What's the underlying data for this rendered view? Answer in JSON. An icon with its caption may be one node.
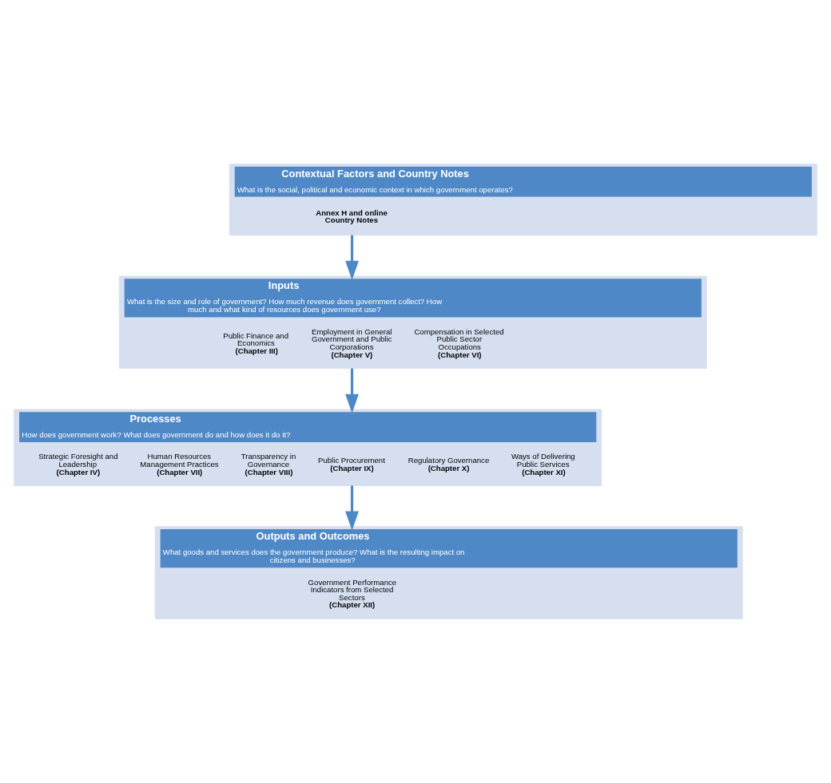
{
  "diagram": {
    "nodes": [
      {
        "text": [
          "Contextual Factors and Country Notes",
          "What is the social, political and economic context in which government operates?"
        ]
      },
      {
        "text": [
          "**Annex H and online Country Notes**"
        ],
        "in": 0
      },
      {
        "text": [
          "Inputs",
          "What is the size and role of government? How much revenue does government collect? How much and what kind of resources does government use?"
        ]
      },
      {
        "text": [
          "Public Finance and Economics **(Chapter III)**"
        ],
        "in": 2
      },
      {
        "text": [
          "Employment in General Government and Public Corporations **(Chapter V)**"
        ],
        "in": 2
      },
      {
        "text": [
          "Compensation in Selected Public Sector Occupations **(Chapter VI)**"
        ],
        "in": 2
      },
      {
        "text": [
          "Processes",
          "How does government work? What does government do and how does it do it?"
        ]
      },
      {
        "text": [
          "Strategic Foresight and Leadership **(Chapter IV)**"
        ],
        "in": 6
      },
      {
        "text": [
          "Human Resources Management Practices **(Chapter VII)**"
        ],
        "in": 6
      },
      {
        "text": [
          "Transparency in Governance **(Chapter VIII)**"
        ],
        "in": 6
      },
      {
        "text": [
          "Public Procurement **(Chapter IX)**"
        ],
        "in": 6
      },
      {
        "text": [
          "Regulatory Governance **(Chapter X)**"
        ],
        "in": 6
      },
      {
        "text": [
          "Ways of Delivering Public Services **(Chapter XI)**"
        ],
        "in": 6
      },
      {
        "text": [
          "Outputs and Outcomes",
          "What goods and services does the government produce? What is the resulting impact on citizens and businesses?"
        ]
      },
      {
        "text": [
          "Government Performance Indicators from Selected Sectors **(Chapter XII)**"
        ],
        "in": 13
      }
    ],
    "edges": [
      {
        "from": 0,
        "to": 2,
        "arrow": "to"
      },
      {
        "from": 2,
        "to": 6,
        "arrow": "to"
      },
      {
        "from": 6,
        "to": 13,
        "arrow": "to"
      }
    ]
  }
}
